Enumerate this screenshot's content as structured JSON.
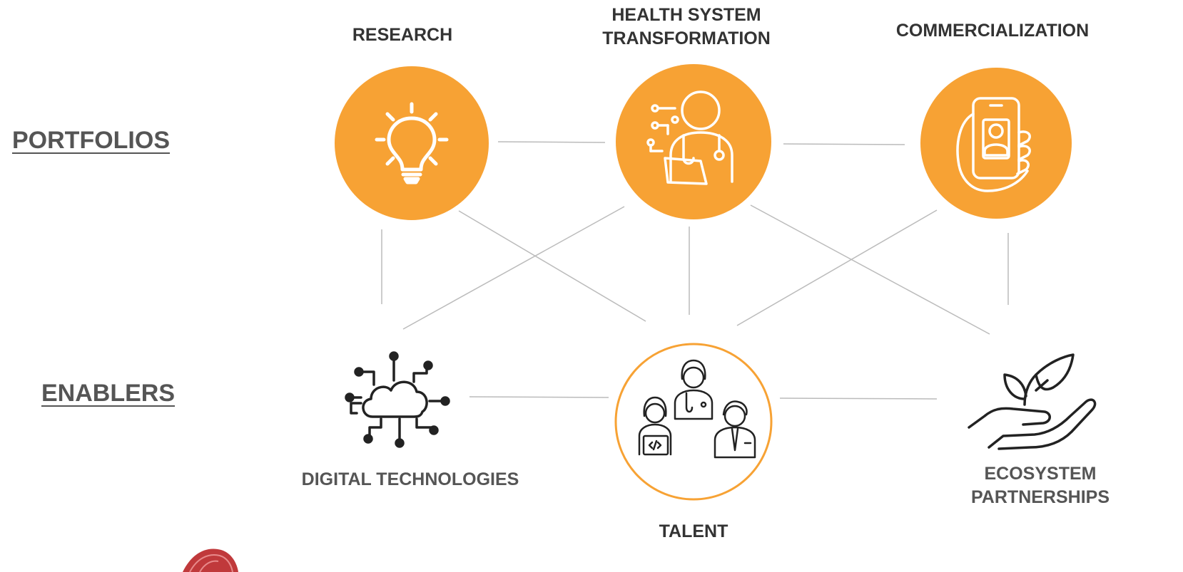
{
  "row_labels": {
    "portfolios": "PORTFOLIOS",
    "enablers": "ENABLERS"
  },
  "portfolios": [
    {
      "id": "research",
      "title": "RESEARCH",
      "icon": "lightbulb-icon"
    },
    {
      "id": "health-system-transformation",
      "title_line1": "HEALTH SYSTEM",
      "title_line2": "TRANSFORMATION",
      "icon": "clinician-tablet-icon"
    },
    {
      "id": "commercialization",
      "title": "COMMERCIALIZATION",
      "icon": "hand-holding-phone-icon"
    }
  ],
  "enablers": [
    {
      "id": "digital-technologies",
      "title": "DIGITAL TECHNOLOGIES",
      "icon": "cloud-network-icon"
    },
    {
      "id": "talent",
      "title": "TALENT",
      "icon": "team-people-icon"
    },
    {
      "id": "ecosystem-partnerships",
      "title_line1": "ECOSYSTEM",
      "title_line2": "PARTNERSHIPS",
      "icon": "hand-sprout-icon"
    }
  ],
  "colors": {
    "accent": "#F7A234",
    "connector": "#bbbbbb",
    "label_text": "#555555",
    "title_text": "#333333",
    "logo": "#c0393b"
  }
}
